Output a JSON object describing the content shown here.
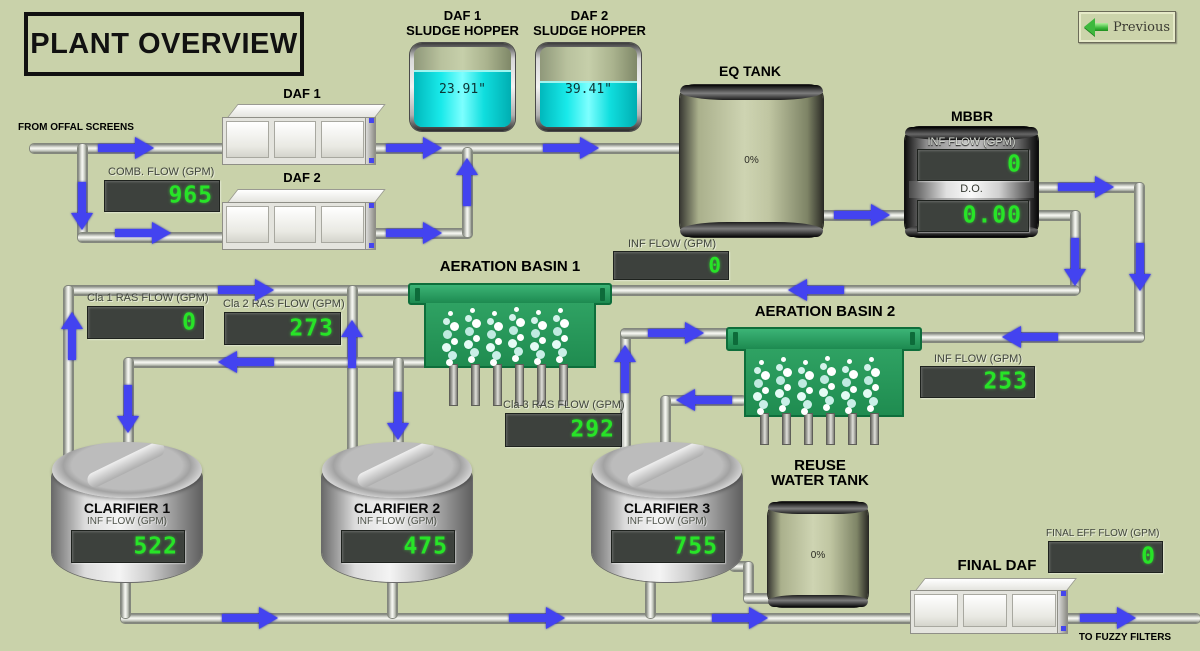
{
  "colors": {
    "background": "#c9d2aa",
    "pipe": "#d9dbd3",
    "arrow": "#4343f0",
    "display_bg": "#3d413d",
    "digital_green": "#27e427",
    "basin_green": "#2f9f62",
    "liquid_cyan": "#10dede"
  },
  "title": "PLANT OVERVIEW",
  "nav": {
    "previous": "Previous"
  },
  "annotations": {
    "from_offal": "FROM OFFAL SCREENS",
    "to_fuzzy": "TO FUZZY FILTERS"
  },
  "equipment": {
    "daf1": {
      "label": "DAF 1"
    },
    "daf2": {
      "label": "DAF 2"
    },
    "final_daf": {
      "label": "FINAL DAF"
    },
    "hopper1": {
      "label": "DAF 1\nSLUDGE HOPPER",
      "level": "23.91\""
    },
    "hopper2": {
      "label": "DAF 2\nSLUDGE HOPPER",
      "level": "39.41\""
    },
    "eq_tank": {
      "label": "EQ TANK",
      "level_pct": "0%"
    },
    "reuse_tank": {
      "label": "REUSE\nWATER TANK",
      "level_pct": "0%"
    },
    "mbbr": {
      "label": "MBBR"
    },
    "basin1": {
      "label": "AERATION BASIN 1"
    },
    "basin2": {
      "label": "AERATION BASIN 2"
    },
    "clarifier1": {
      "label": "CLARIFIER 1",
      "sub": "INF FLOW (GPM)",
      "value": "522"
    },
    "clarifier2": {
      "label": "CLARIFIER 2",
      "sub": "INF FLOW (GPM)",
      "value": "475"
    },
    "clarifier3": {
      "label": "CLARIFIER 3",
      "sub": "INF FLOW (GPM)",
      "value": "755"
    }
  },
  "displays": {
    "comb_flow": {
      "label": "COMB. FLOW (GPM)",
      "value": "965"
    },
    "eq_inf": {
      "label": "INF FLOW (GPM)",
      "value": "0"
    },
    "mbbr_inf": {
      "label": "INF FLOW (GPM)",
      "value": "0"
    },
    "mbbr_do": {
      "label": "D.O.",
      "value": "0.00"
    },
    "cla1_ras": {
      "label": "Cla 1 RAS FLOW (GPM)",
      "value": "0"
    },
    "cla2_ras": {
      "label": "Cla 2 RAS FLOW (GPM)",
      "value": "273"
    },
    "cla3_ras": {
      "label": "Cla 3 RAS FLOW (GPM)",
      "value": "292"
    },
    "basin2_inf": {
      "label": "INF FLOW (GPM)",
      "value": "253"
    },
    "final_eff": {
      "label": "FINAL EFF FLOW (GPM)",
      "value": "0"
    }
  }
}
